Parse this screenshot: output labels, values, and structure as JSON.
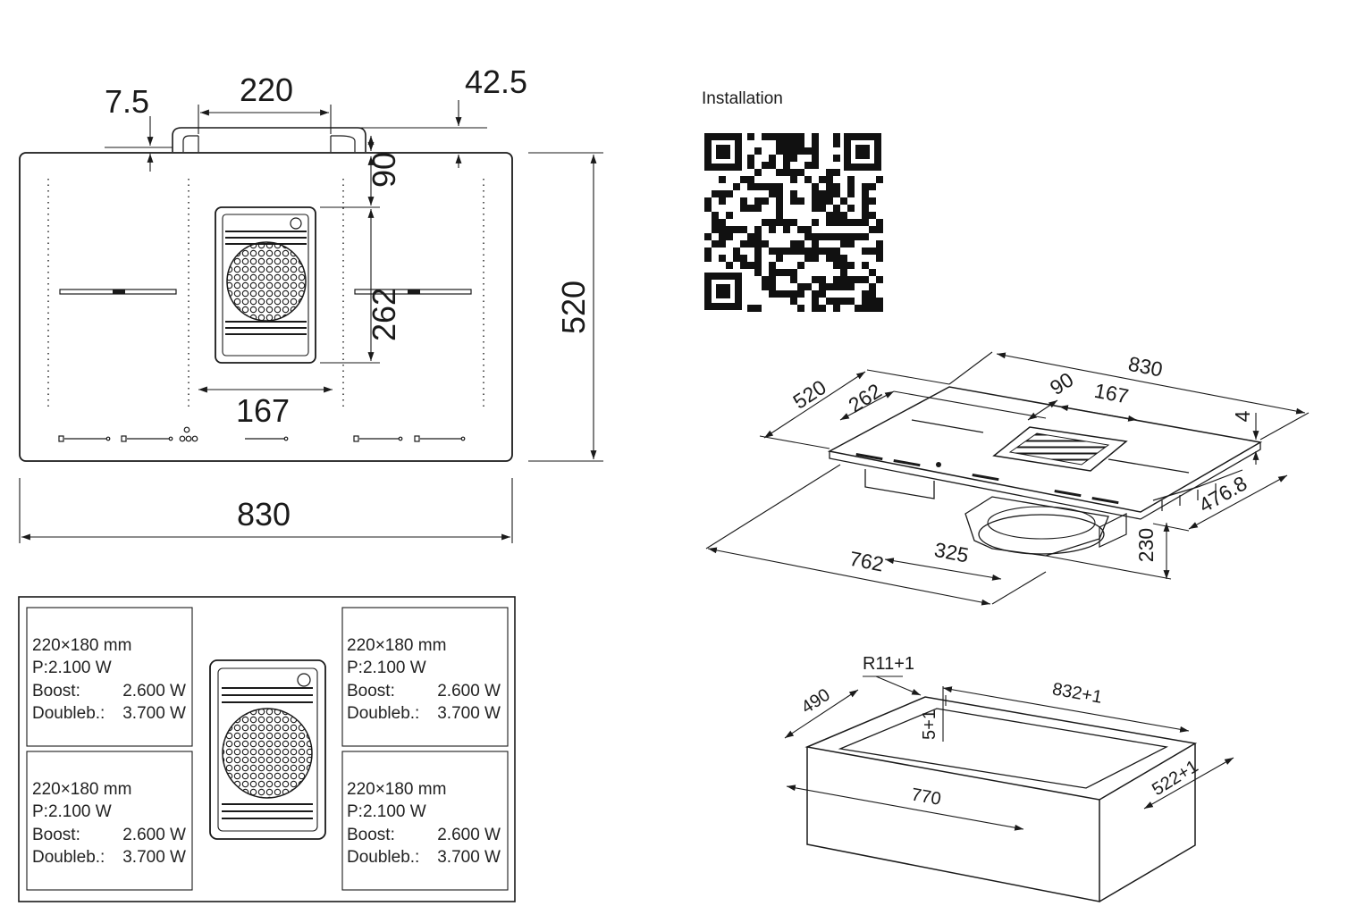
{
  "top_view": {
    "dims": {
      "width": "830",
      "depth": "520",
      "vent_width": "220",
      "left_offset": "7.5",
      "right_offset": "42.5",
      "vent_top": "90",
      "vent_height": "262",
      "vent_inner_width": "167"
    }
  },
  "zones": [
    {
      "size": "220×180 mm",
      "power": "P:2.100 W",
      "boost_label": "Boost:",
      "boost_value": "2.600 W",
      "double_label": "Doubleb.:",
      "double_value": "3.700 W"
    },
    {
      "size": "220×180 mm",
      "power": "P:2.100 W",
      "boost_label": "Boost:",
      "boost_value": "2.600 W",
      "double_label": "Doubleb.:",
      "double_value": "3.700 W"
    },
    {
      "size": "220×180 mm",
      "power": "P:2.100 W",
      "boost_label": "Boost:",
      "boost_value": "2.600 W",
      "double_label": "Doubleb.:",
      "double_value": "3.700 W"
    },
    {
      "size": "220×180 mm",
      "power": "P:2.100 W",
      "boost_label": "Boost:",
      "boost_value": "2.600 W",
      "double_label": "Doubleb.:",
      "double_value": "3.700 W"
    }
  ],
  "installation": {
    "label": "Installation"
  },
  "iso_view": {
    "dims": {
      "width": "830",
      "depth": "520",
      "vent_height": "262",
      "vent_top": "90",
      "vent_width": "167",
      "glass": "4",
      "side": "476.8",
      "bottom_depth": "762",
      "motor": "325",
      "height": "230"
    }
  },
  "cutout": {
    "dims": {
      "radius": "R11+1",
      "depth_top": "490",
      "width": "832+1",
      "rebate": "5+1",
      "inner_width": "770",
      "depth": "522+1"
    }
  }
}
